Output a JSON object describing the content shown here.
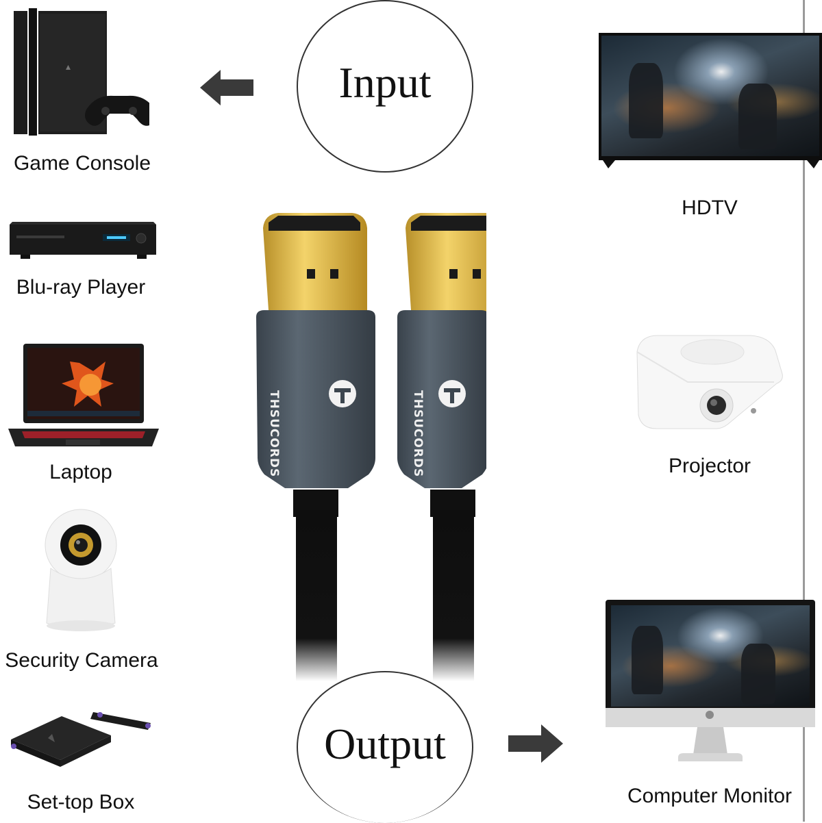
{
  "circles": {
    "input": "Input",
    "output": "Output"
  },
  "sources": [
    {
      "label": "Game Console",
      "icon": "game-console-icon"
    },
    {
      "label": "Blu-ray Player",
      "icon": "bluray-player-icon"
    },
    {
      "label": "Laptop",
      "icon": "laptop-icon"
    },
    {
      "label": "Security Camera",
      "icon": "security-camera-icon"
    },
    {
      "label": "Set-top Box",
      "icon": "settop-box-icon"
    }
  ],
  "displays": [
    {
      "label": "HDTV",
      "icon": "hdtv-icon"
    },
    {
      "label": "Projector",
      "icon": "projector-icon"
    },
    {
      "label": "Computer Monitor",
      "icon": "computer-monitor-icon"
    }
  ],
  "brand": "THSUCORDS",
  "colors": {
    "gold": "#d9b443",
    "housing": "#4a5560",
    "cable": "#111111",
    "arrow": "#3a3a3a"
  }
}
